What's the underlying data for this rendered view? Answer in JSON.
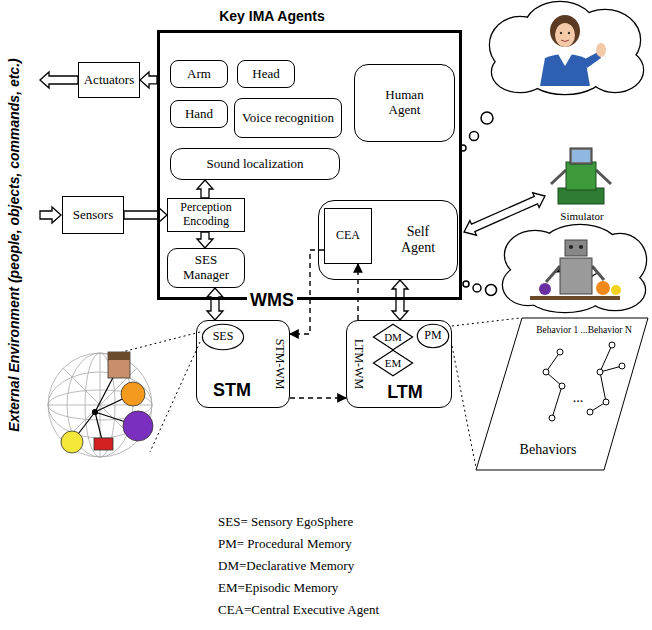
{
  "diagram": {
    "nodes": [
      {
        "text": [
          "Key IMA Agents"
        ]
      },
      {
        "text": [
          "Actuators"
        ]
      },
      {
        "text": [
          "Arm"
        ],
        "in": 0
      },
      {
        "text": [
          "Head"
        ],
        "in": 0
      },
      {
        "text": [
          "Human Agent"
        ],
        "in": 0
      },
      {
        "text": [
          "Hand"
        ],
        "in": 0
      },
      {
        "text": [
          "Voice recognition"
        ],
        "in": 0
      },
      {
        "text": [
          "Sound localization"
        ],
        "in": 0
      },
      {
        "text": [
          "Sensors"
        ]
      },
      {
        "text": [
          "Perception Encoding"
        ],
        "in": 0
      },
      {
        "text": [
          "Self Agent"
        ],
        "in": 0
      },
      {
        "text": [
          "CEA"
        ],
        "in": 10
      },
      {
        "text": [
          "SES Manager"
        ],
        "in": 0
      },
      {
        "text": [
          "STM",
          "STM-WM"
        ]
      },
      {
        "text": [
          "SES"
        ],
        "in": 13
      },
      {
        "text": [
          "LTM",
          "LTM-WM"
        ]
      },
      {
        "text": [
          "DM"
        ],
        "in": 15
      },
      {
        "text": [
          "EM"
        ],
        "in": 15
      },
      {
        "text": [
          "PM"
        ],
        "in": 15
      }
    ],
    "edges": [
      {
        "from": 0,
        "to": 1,
        "arrow": "to"
      },
      {
        "from": 8,
        "to": 9,
        "arrow": "to"
      },
      {
        "from": 9,
        "to": 7,
        "arrow": "to"
      },
      {
        "from": 9,
        "to": 12,
        "arrow": "to"
      },
      {
        "from": 12,
        "to": 13,
        "arrow": "both"
      },
      {
        "from": 10,
        "to": 15,
        "arrow": "both"
      },
      {
        "from": 11,
        "to": 13,
        "arrow": "to"
      },
      {
        "from": 13,
        "to": 15,
        "arrow": "to"
      },
      {
        "from": 15,
        "to": 11,
        "arrow": "to"
      }
    ],
    "labels": [
      "WMS",
      "External Environment (people, objects, commands, etc.)",
      "Simulator",
      "Behavior 1 ...Behavior N",
      "...",
      "Behaviors",
      "SES= Sensory EgoSphere",
      "PM= Procedural Memory",
      "DM=Declarative Memory",
      "EM=Episodic Memory",
      "CEA=Central Executive Agent"
    ]
  }
}
